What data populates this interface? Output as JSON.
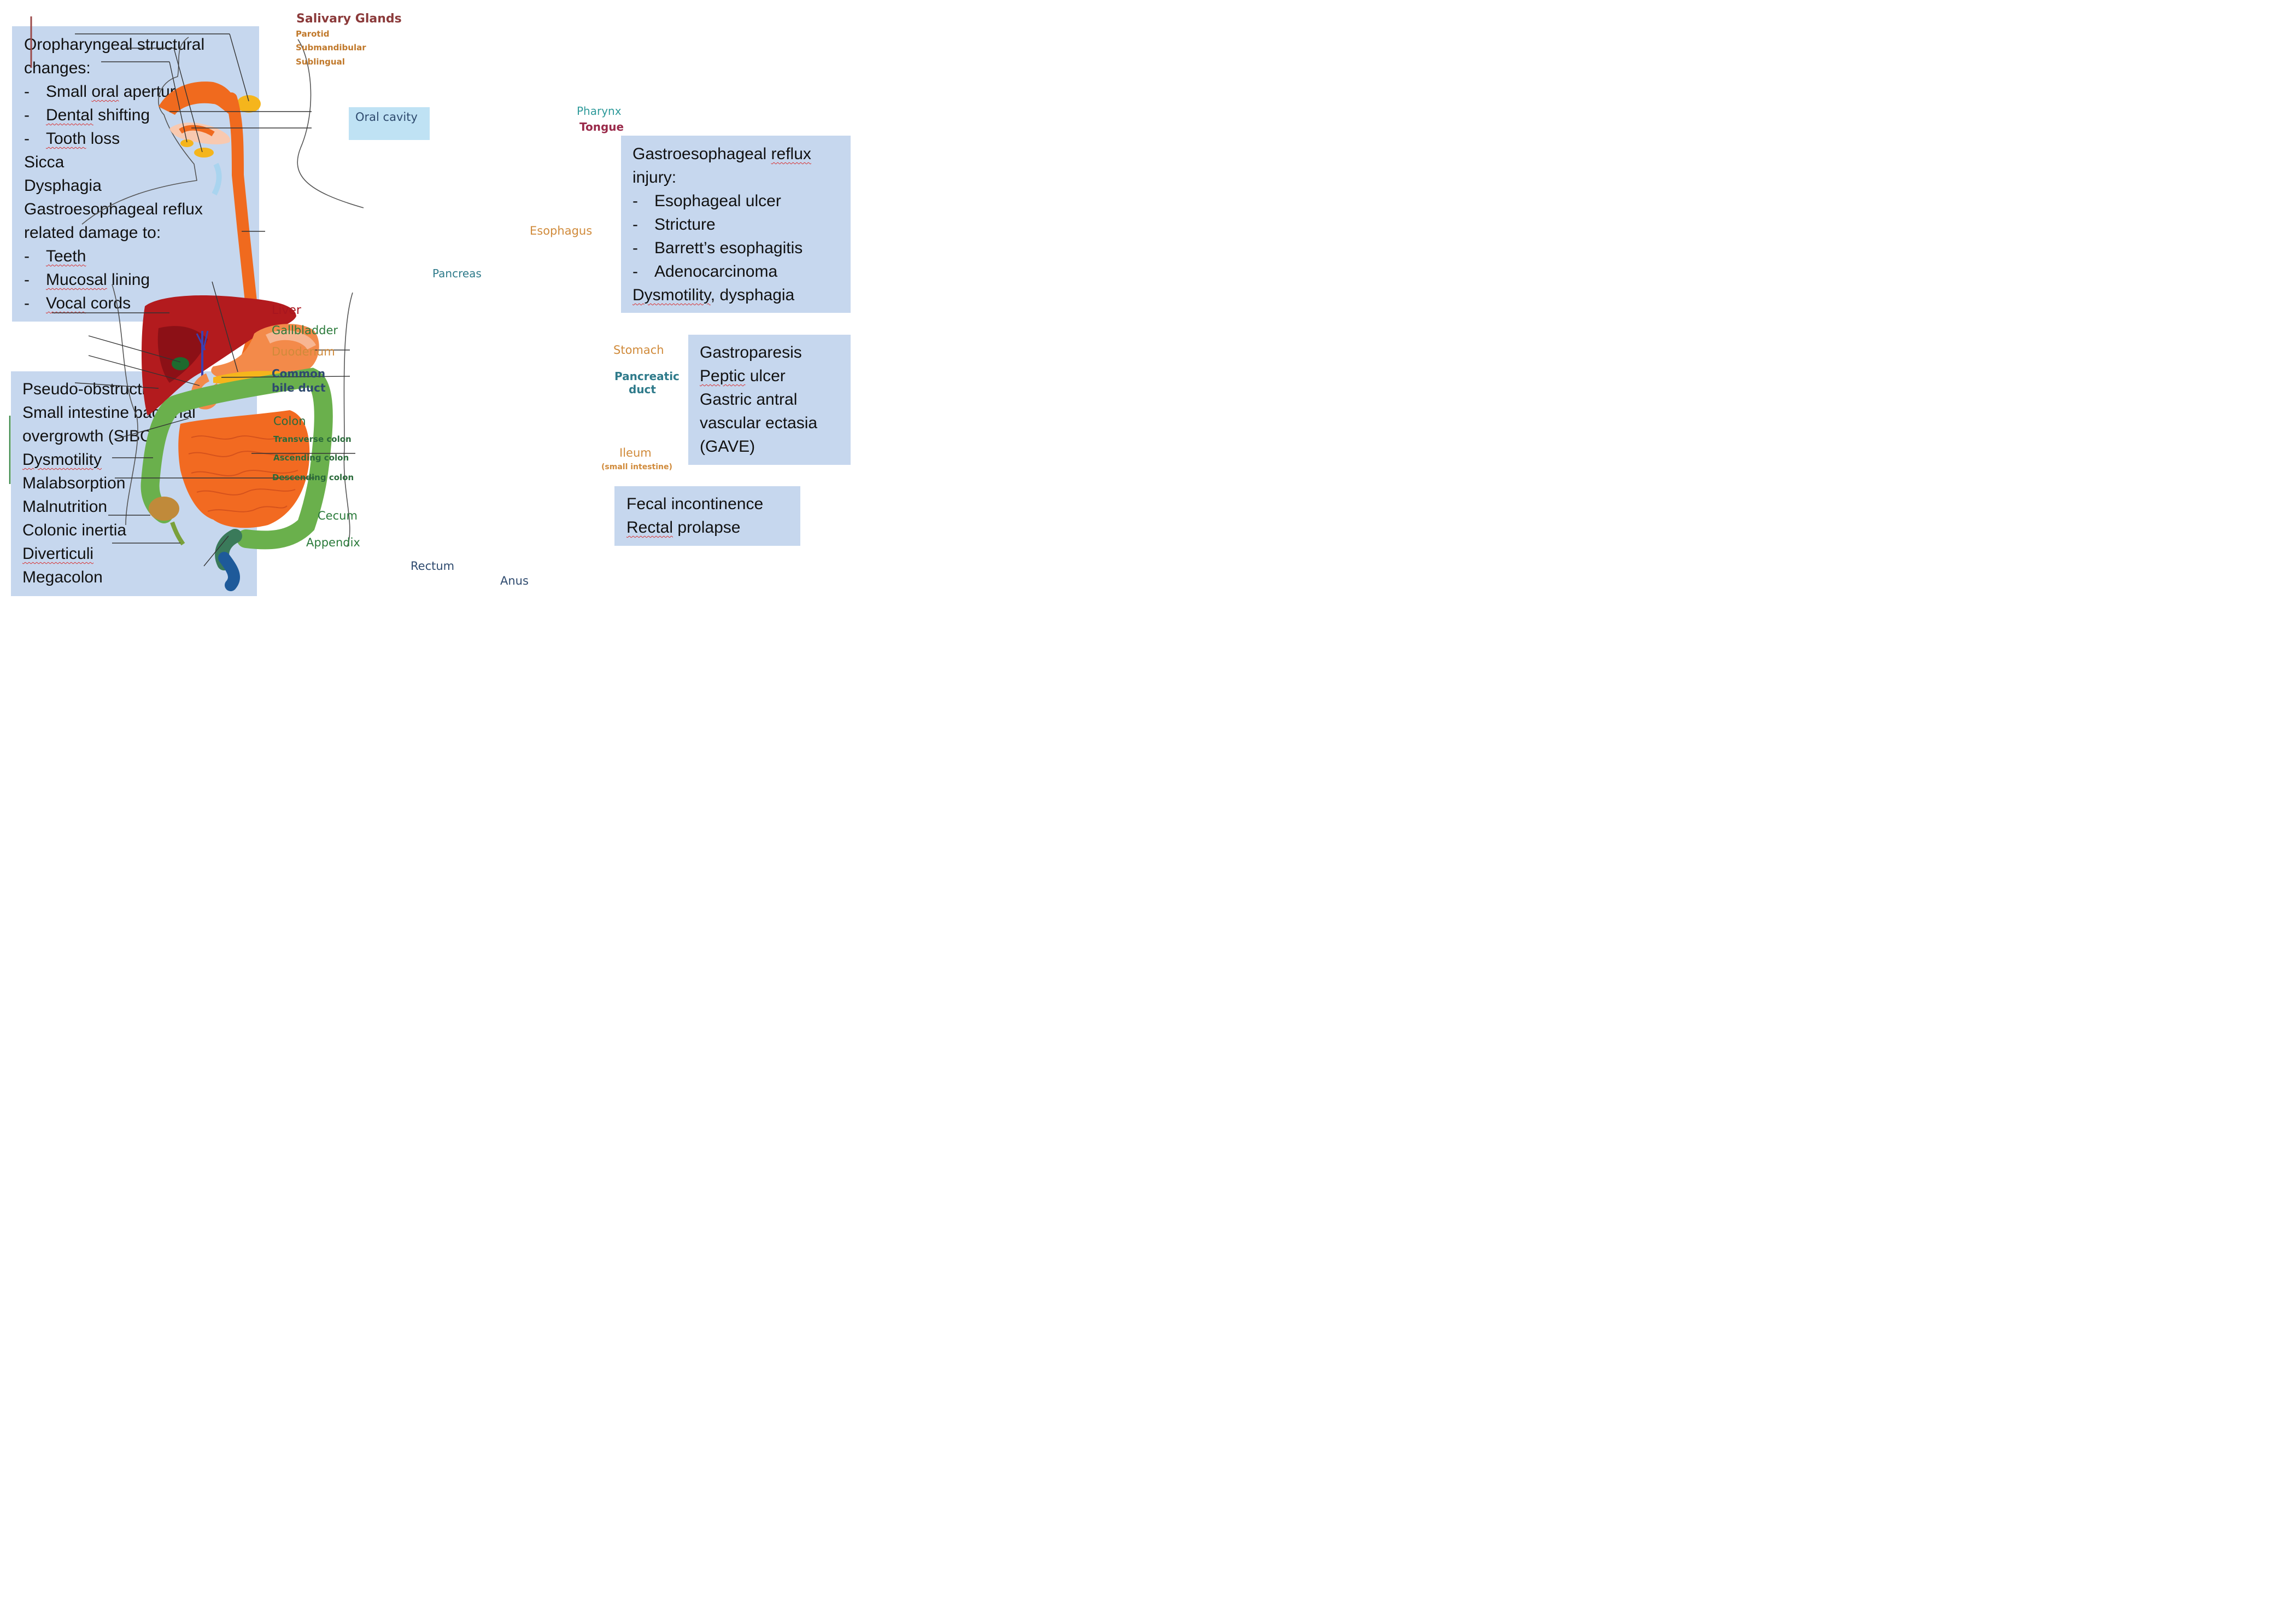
{
  "boxes": {
    "oropharyngeal": {
      "lines": [
        {
          "text": "Oropharyngeal structural"
        },
        {
          "text": "changes:"
        },
        {
          "bullet": "-",
          "pre": "Small ",
          "spell": "oral",
          "post": " aperture"
        },
        {
          "bullet": "-",
          "pre": "",
          "spell": "Dental",
          "post": " shifting"
        },
        {
          "bullet": "-",
          "pre": "",
          "spell": "Tooth",
          "post": " loss"
        },
        {
          "text": "Sicca"
        },
        {
          "text": "Dysphagia"
        },
        {
          "text": "Gastroesophageal reflux"
        },
        {
          "text": "related damage to:"
        },
        {
          "bullet": "-",
          "pre": "",
          "spell": "Teeth",
          "post": ""
        },
        {
          "bullet": "-",
          "pre": "",
          "spell": "Mucosal",
          "post": " lining"
        },
        {
          "bullet": "-",
          "pre": "",
          "spell": "Vocal",
          "post": " cords"
        }
      ]
    },
    "gerd": {
      "lines": [
        {
          "pre": "Gastroesophageal ",
          "spell": "reflux",
          "post": ""
        },
        {
          "text": "injury:"
        },
        {
          "bullet": "-",
          "text": "Esophageal ulcer"
        },
        {
          "bullet": "-",
          "text": "Stricture"
        },
        {
          "bullet": "-",
          "text": "Barrett’s esophagitis"
        },
        {
          "bullet": "-",
          "text": "Adenocarcinoma"
        },
        {
          "pre": "",
          "spell": "Dysmotility",
          "post": ", dysphagia"
        }
      ]
    },
    "gastric": {
      "lines": [
        {
          "text": "Gastroparesis"
        },
        {
          "pre": "",
          "spell": "Peptic",
          "post": " ulcer"
        },
        {
          "text": "Gastric antral"
        },
        {
          "text": "vascular ectasia"
        },
        {
          "text": "(GAVE)"
        }
      ]
    },
    "intestine": {
      "lines": [
        {
          "text": "Pseudo-obstruction"
        },
        {
          "text": "Small intestine bacterial"
        },
        {
          "text": "overgrowth (SIBO)"
        },
        {
          "pre": "",
          "spell": "Dysmotility",
          "post": ""
        },
        {
          "text": "Malabsorption"
        },
        {
          "text": "Malnutrition"
        },
        {
          "text": "Colonic inertia"
        },
        {
          "pre": "",
          "spell": "Diverticuli",
          "post": ""
        },
        {
          "text": "Megacolon"
        }
      ]
    },
    "anorectal": {
      "lines": [
        {
          "text": "Fecal incontinence"
        },
        {
          "pre": "",
          "spell": "Rectal",
          "post": " prolapse"
        }
      ]
    }
  },
  "labels": {
    "salivary_glands": "Salivary Glands",
    "parotid": "Parotid",
    "submandibular": "Submandibular",
    "sublingual": "Sublingual",
    "oral_cavity": "Oral cavity",
    "pharynx": "Pharynx",
    "tongue": "Tongue",
    "esophagus": "Esophagus",
    "pancreas": "Pancreas",
    "liver": "Liver",
    "gallbladder": "Gallbladder",
    "duodenum": "Duodenum",
    "common_bile_duct_1": "Common",
    "common_bile_duct_2": "bile duct",
    "colon": "Colon",
    "transverse_colon": "Transverse colon",
    "ascending_colon": "Ascending colon",
    "descending_colon": "Descending colon",
    "cecum": "Cecum",
    "appendix": "Appendix",
    "rectum": "Rectum",
    "anus": "Anus",
    "stomach": "Stomach",
    "pancreatic_duct_1": "Pancreatic",
    "pancreatic_duct_2": "duct",
    "ileum": "Ileum",
    "small_intestine": "(small intestine)"
  },
  "colors": {
    "box_fill": "#c6d7ee",
    "salivary": "#8b3a3a",
    "gland_label": "#c0782a",
    "teal": "#2e8b8b",
    "dark_blue": "#2e4a6e",
    "liver": "#a8161f",
    "gallbladder_label": "#2a7a3a",
    "orange_label": "#d08a3a",
    "esophagus": "#f06a1e",
    "colon": "#6ab04c",
    "small_int": "#f26a21",
    "anus": "#1e5a9a"
  }
}
